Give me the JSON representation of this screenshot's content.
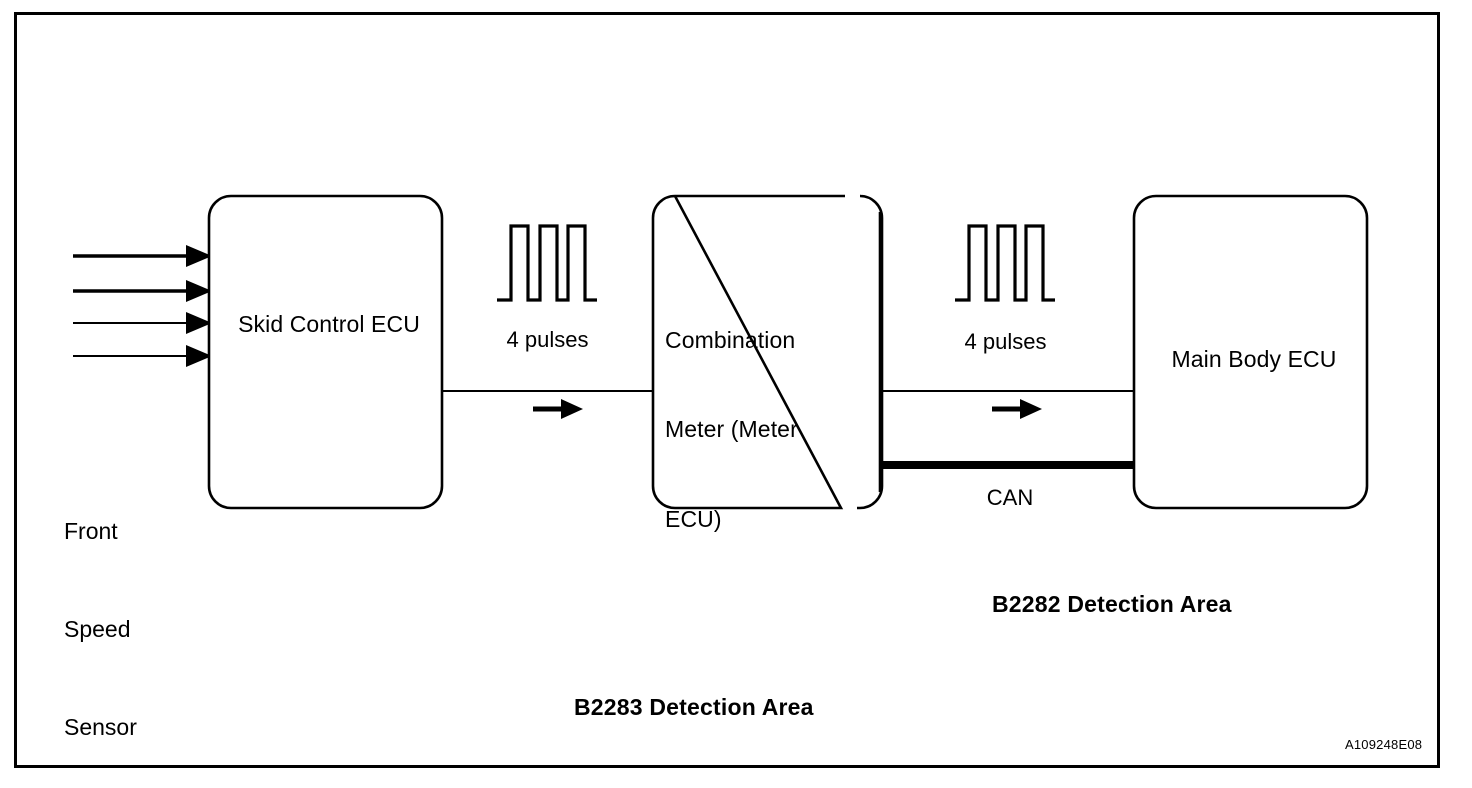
{
  "diagram": {
    "title": "Vehicle Speed Signal Flow / DTC Detection Areas",
    "frame_color": "#000000",
    "background_color": "#ffffff",
    "line_color": "#000000",
    "figure_code": "A109248E08"
  },
  "boxes": [
    {
      "id": "skid-control-ecu",
      "label": "Skid Control ECU",
      "style": "rounded-solid"
    },
    {
      "id": "combination-meter",
      "label": "Combination\nMeter (Meter\nECU)",
      "label_lines": [
        "Combination",
        "Meter (Meter",
        "ECU)"
      ],
      "style": "rounded-broken-right"
    },
    {
      "id": "main-body-ecu",
      "label": "Main Body ECU",
      "style": "rounded-solid"
    }
  ],
  "inputs": {
    "label": "Front\nSpeed\nSensor",
    "label_lines": [
      "Front",
      "Speed",
      "Sensor"
    ],
    "arrow_count": 4
  },
  "signals": [
    {
      "id": "pulse-group-left",
      "label": "4 pulses",
      "pulse_count": 4,
      "waveform": "square"
    },
    {
      "id": "pulse-group-right",
      "label": "4 pulses",
      "pulse_count": 4,
      "waveform": "square"
    }
  ],
  "bus": {
    "label": "CAN",
    "style": "thick-line"
  },
  "annotations": [
    {
      "id": "b2282",
      "label": "B2282 Detection Area"
    },
    {
      "id": "b2283",
      "label": "B2283 Detection Area"
    }
  ]
}
